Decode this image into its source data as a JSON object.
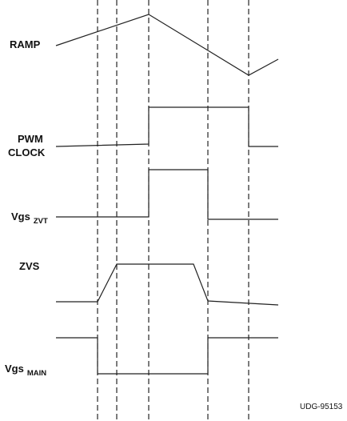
{
  "signals": {
    "ramp": {
      "label": "RAMP"
    },
    "pwm_clock": {
      "label_line1": "PWM",
      "label_line2": "CLOCK"
    },
    "vgs_zvt": {
      "label": "Vgs",
      "subscript": "ZVT"
    },
    "zvs": {
      "label": "ZVS"
    },
    "vgs_main": {
      "label": "Vgs",
      "subscript": "MAIN"
    }
  },
  "figure_code": "UDG-95153"
}
